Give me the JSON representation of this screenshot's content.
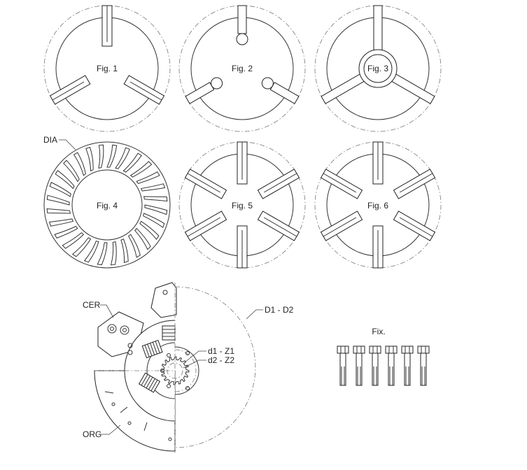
{
  "figures": [
    {
      "id": "fig1",
      "label": "Fig. 1"
    },
    {
      "id": "fig2",
      "label": "Fig. 2"
    },
    {
      "id": "fig3",
      "label": "Fig. 3"
    },
    {
      "id": "fig4",
      "label": "Fig. 4"
    },
    {
      "id": "fig5",
      "label": "Fig. 5"
    },
    {
      "id": "fig6",
      "label": "Fig. 6"
    }
  ],
  "callouts": {
    "dia": "DIA",
    "cer": "CER",
    "org": "ORG",
    "d1_d2": "D1 - D2",
    "d1_z1": "d1 - Z1",
    "d2_z2": "d2 - Z2",
    "fix": "Fix."
  }
}
